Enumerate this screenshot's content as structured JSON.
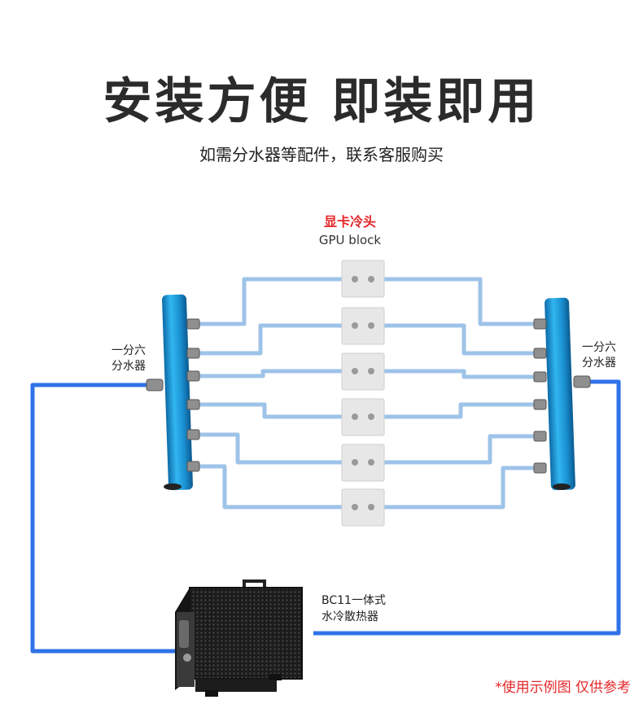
{
  "header": {
    "title": "安装方便 即装即用",
    "subtitle": "如需分水器等配件，联系客服购买"
  },
  "gpu_block": {
    "label_cn": "显卡冷头",
    "label_en": "GPU block",
    "count": 6
  },
  "manifold_left": {
    "label_line1": "一分六",
    "label_line2": "分水器"
  },
  "manifold_right": {
    "label_line1": "一分六",
    "label_line2": "分水器"
  },
  "radiator": {
    "label_line1": "BC11一体式",
    "label_line2": "水冷散热器"
  },
  "footnote": "*使用示例图 仅供参考",
  "colors": {
    "main_pipe": "#2f72e8",
    "branch_pipe": "#9ec3e8",
    "manifold": "#1d9bd8",
    "note_red": "#e4282b"
  }
}
